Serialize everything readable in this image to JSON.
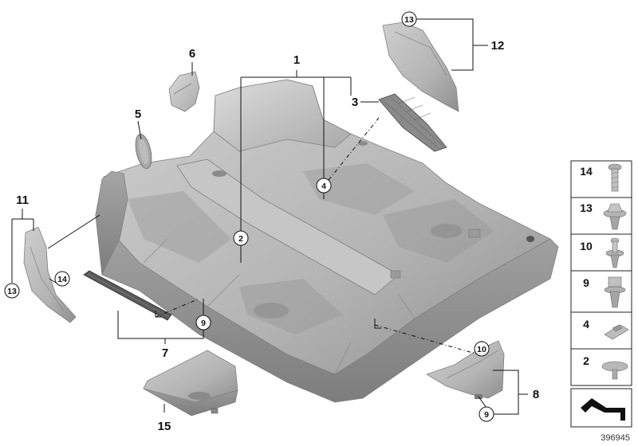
{
  "callouts": {
    "c1": "1",
    "c3": "3",
    "c5": "5",
    "c6": "6",
    "c7": "7",
    "c8": "8",
    "c11": "11",
    "c12": "12",
    "c15": "15"
  },
  "circled_callouts": {
    "c2": "2",
    "c4": "4",
    "c9a": "9",
    "c9b": "9",
    "c10": "10",
    "c13a": "13",
    "c13b": "13",
    "c14": "14"
  },
  "fastener_legend": [
    {
      "number": "14",
      "icon": "screw-icon"
    },
    {
      "number": "13",
      "icon": "expanding-rivet-icon"
    },
    {
      "number": "10",
      "icon": "push-pin-icon"
    },
    {
      "number": "9",
      "icon": "clip-nut-icon"
    },
    {
      "number": "4",
      "icon": "retaining-clip-icon"
    },
    {
      "number": "2",
      "icon": "round-pad-icon"
    },
    {
      "number": "",
      "icon": "bracket-profile-icon"
    }
  ],
  "reference_id": "396945",
  "colors": {
    "part_fill": "#b4b4b4",
    "part_shadow": "#8e8e8e",
    "part_light": "#d2d2d2",
    "lines": "#111111",
    "legend_border": "#222222"
  }
}
